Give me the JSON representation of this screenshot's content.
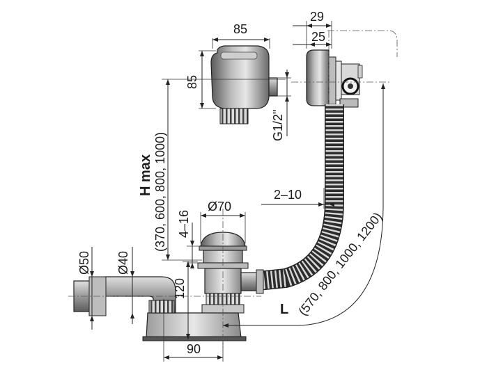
{
  "dimensions": {
    "overflow_width": "85",
    "overflow_height": "85",
    "plate_depth_outer": "29",
    "plate_depth_inner": "25",
    "thread": "G1/2\"",
    "h_max_label": "H max",
    "h_max_values": "(370, 600, 800, 1000)",
    "waste_diameter": "Ø70",
    "adjust_range": "4–16",
    "gap_range": "2–10",
    "height": "120",
    "width_bottom": "90",
    "outlet_outer": "Ø50",
    "outlet_inner": "Ø40",
    "length_label": "L",
    "length_values": "(570, 800, 1000, 1200)"
  },
  "colors": {
    "metal_dark": "#6e6e6e",
    "metal_light": "#d0d0d0",
    "line": "#222222"
  }
}
